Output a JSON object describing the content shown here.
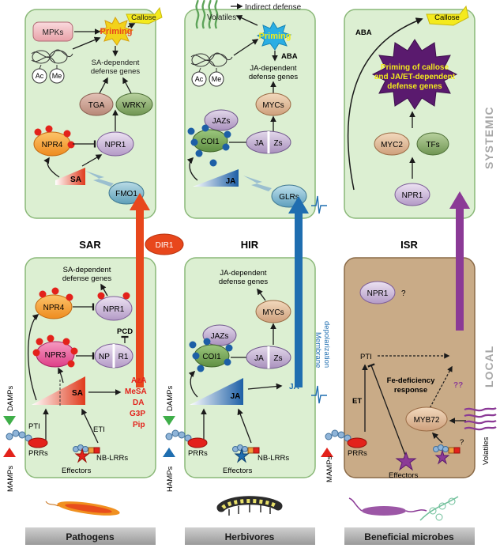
{
  "cells": {
    "sar_sys": {
      "mpks": "MPKs",
      "priming": "Priming",
      "callose": "Callose",
      "ac": "Ac",
      "me": "Me",
      "genes1": "SA-dependent",
      "genes2": "defense genes",
      "tga": "TGA",
      "wrky": "WRKY",
      "npr4": "NPR4",
      "npr1": "NPR1",
      "sa": "SA",
      "fmo1": "FMO1"
    },
    "hir_sys": {
      "volatiles": "Volatiles",
      "indirect": "Indirect defense",
      "priming": "Priming",
      "aba": "ABA",
      "ac": "Ac",
      "me": "Me",
      "genes1": "JA-dependent",
      "genes2": "defense genes",
      "mycs": "MYCs",
      "jazs": "JAZs",
      "coi1": "COI1",
      "ja": "JA",
      "zs": "Zs",
      "ja2": "JA",
      "glrs": "GLRs"
    },
    "isr_sys": {
      "callose": "Callose",
      "aba": "ABA",
      "star1": "Priming of callose",
      "star2": "and JA/ET-dependent",
      "star3": "defense genes",
      "myc2": "MYC2",
      "tfs": "TFs",
      "npr1": "NPR1"
    },
    "sar_loc": {
      "genes1": "SA-dependent",
      "genes2": "defense genes",
      "npr4": "NPR4",
      "npr1": "NPR1",
      "npr3": "NPR3",
      "np": "NP",
      "r1": "R1",
      "pcd": "PCD",
      "sa": "SA",
      "chem": [
        "AzA",
        "MeSA",
        "DA",
        "G3P",
        "Pip"
      ],
      "pti": "PTI",
      "eti": "ETI",
      "prrs": "PRRs",
      "nblrrs": "NB-LRRs",
      "effectors": "Effectors",
      "damps": "DAMPs",
      "mamps": "MAMPs"
    },
    "hir_loc": {
      "genes1": "JA-dependent",
      "genes2": "defense genes",
      "jazs": "JAZs",
      "mycs": "MYCs",
      "coi1": "COI1",
      "ja": "JA",
      "zs": "Zs",
      "ja2": "JA",
      "ja_out": "JA",
      "prrs": "PRRs",
      "nblrrs": "NB-LRRs",
      "effectors": "Effectors",
      "damps": "DAMPs",
      "hamps": "HAMPs",
      "membrane1": "Membrane",
      "membrane2": "depolarization"
    },
    "isr_loc": {
      "npr1": "NPR1",
      "q": "?",
      "pti": "PTI",
      "et": "ET",
      "fe1": "Fe-deficiency",
      "fe2": "response",
      "qq": "??",
      "myb72": "MYB72",
      "q2": "?",
      "prrs": "PRRs",
      "effectors": "Effectors",
      "mamps": "MAMPs",
      "volatiles": "Volatiles"
    }
  },
  "middle_labels": {
    "sar": "SAR",
    "hir": "HIR",
    "isr": "ISR",
    "dir1": "DIR1"
  },
  "side_labels": {
    "systemic": "SYSTEMIC",
    "local": "LOCAL"
  },
  "bottom_labels": {
    "pathogens": "Pathogens",
    "herbivores": "Herbivores",
    "beneficial": "Beneficial microbes"
  },
  "colors": {
    "cell_fill": "#dcefd2",
    "cell_stroke": "#8ab878",
    "isr_local_fill": "#c9ab87",
    "isr_local_stroke": "#8a6a47",
    "sar_arrow": "#e8471c",
    "hir_arrow": "#1f6eb0",
    "isr_arrow": "#8b3a96",
    "red_dot": "#e3221b",
    "blue_dot": "#1d5fa6",
    "priming_star": "#f2d21a",
    "hir_priming_star": "#2aaee4",
    "isr_star": "#5a1a6e",
    "footer_bar": "#a7a7a7",
    "side_label": "#a7a7a7"
  }
}
